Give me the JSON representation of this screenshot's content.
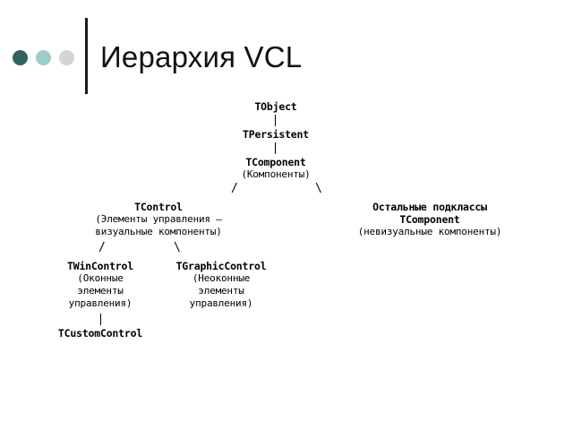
{
  "slide": {
    "title": "Иерархия VCL",
    "accent_colors": {
      "dot_dark": "#2e6360",
      "dot_mid": "#9ccdcb",
      "dot_light": "#d4d4d4",
      "rule": "#1a1a1a",
      "text": "#000000"
    },
    "dots": [
      {
        "name": "dot-dark",
        "color": "#2e6360"
      },
      {
        "name": "dot-mid",
        "color": "#9ccdcb"
      },
      {
        "name": "dot-light",
        "color": "#d4d4d4"
      }
    ]
  },
  "diagram": {
    "type": "class-hierarchy-tree",
    "nodes": {
      "tobject": {
        "class_name": "TObject",
        "description": ""
      },
      "tpersistent": {
        "class_name": "TPersistent",
        "description": ""
      },
      "tcomponent": {
        "class_name": "TComponent",
        "description": "(Компоненты)"
      },
      "tcontrol": {
        "class_name": "TControl",
        "description_line1": "(Элементы управления –",
        "description_line2": "визуальные компоненты)"
      },
      "rest": {
        "title_line1": "Остальные подклассы",
        "class_name": "TComponent",
        "description": "(невизуальные компоненты)"
      },
      "twincontrol": {
        "class_name": "TWinControl",
        "description_line1": "(Оконные",
        "description_line2": "элементы",
        "description_line3": "управления)"
      },
      "tgraphiccontrol": {
        "class_name": "TGraphicControl",
        "description_line1": "(Неоконные",
        "description_line2": "элементы",
        "description_line3": "управления)"
      },
      "tcustomcontrol": {
        "class_name": "TCustomControl",
        "description": ""
      }
    },
    "connectors": {
      "slash_left": "/",
      "slash_right": "\\",
      "slash_left2": "/",
      "slash_right2": "\\"
    }
  }
}
